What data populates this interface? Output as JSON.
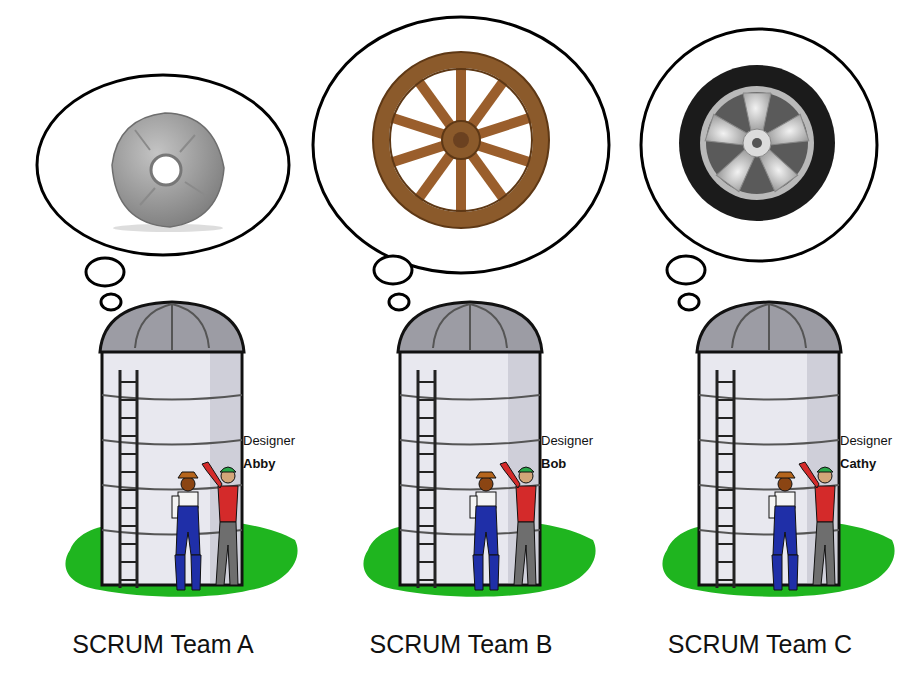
{
  "diagram": {
    "nodes": [
      {
        "text": [
          "Designer",
          "Abby"
        ]
      },
      {
        "text": [
          "Designer",
          "Bob"
        ]
      },
      {
        "text": [
          "Designer",
          "Cathy"
        ]
      }
    ],
    "labels": [
      "SCRUM Team A",
      "SCRUM Team B",
      "SCRUM Team C"
    ]
  }
}
